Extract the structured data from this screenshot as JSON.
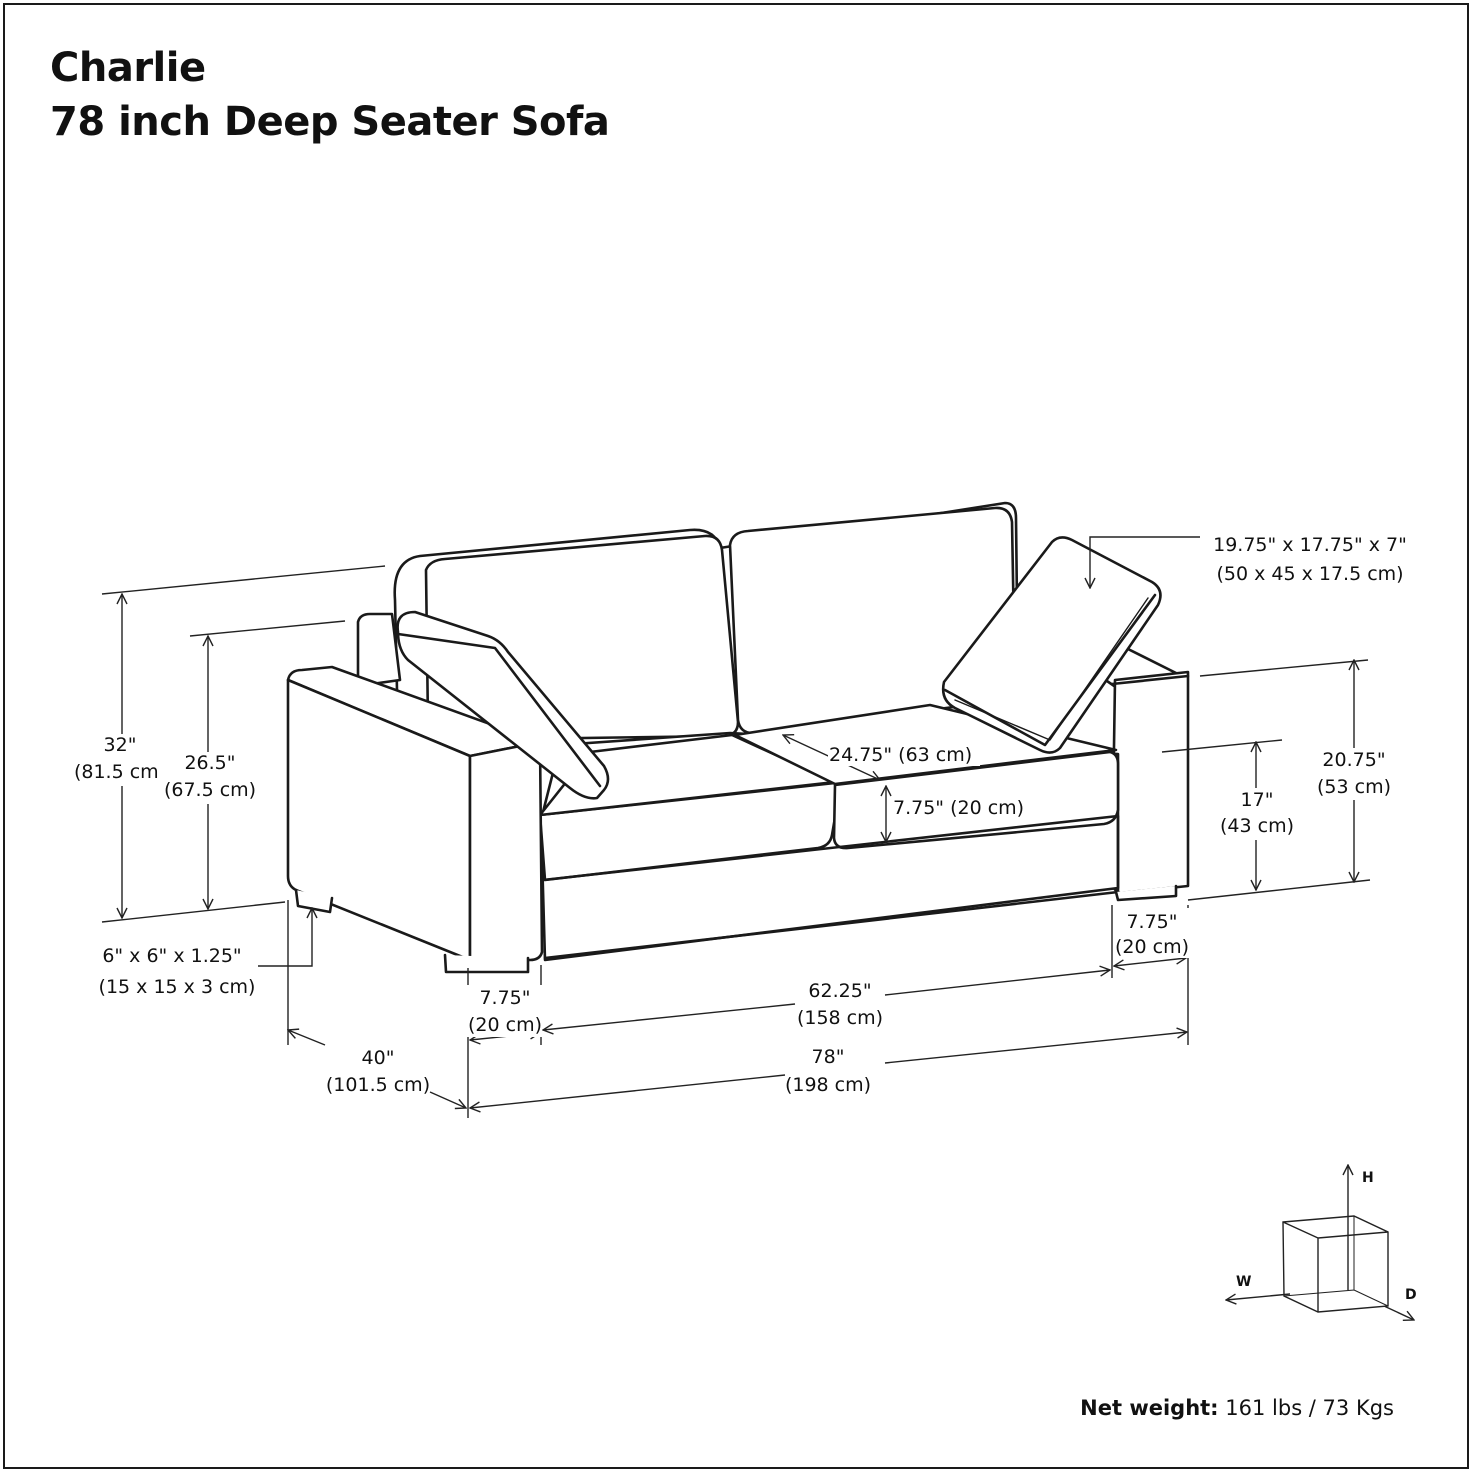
{
  "title": {
    "line1": "Charlie",
    "line2": "78 inch Deep Seater Sofa"
  },
  "dimensions": {
    "pillow_size": {
      "inches": "19.75\" x 17.75\" x 7\"",
      "cm": "(50 x 45 x 17.5 cm)"
    },
    "overall_height": {
      "inches": "32\"",
      "cm": "(81.5 cm)"
    },
    "back_height": {
      "inches": "26.5\"",
      "cm": "(67.5 cm)"
    },
    "arm_height": {
      "inches": "20.75\"",
      "cm": "(53 cm)"
    },
    "seat_height": {
      "inches": "17\"",
      "cm": "(43 cm)"
    },
    "seat_depth": {
      "text": "24.75\" (63 cm)"
    },
    "cushion_thickness": {
      "text": "7.75\" (20 cm)"
    },
    "leg_size": {
      "inches": "6\" x 6\" x 1.25\"",
      "cm": "(15 x 15 x 3 cm)"
    },
    "arm_width_left": {
      "inches": "7.75\"",
      "cm": "(20 cm)"
    },
    "arm_width_right": {
      "inches": "7.75\"",
      "cm": "(20 cm)"
    },
    "seat_width": {
      "inches": "62.25\"",
      "cm": "(158 cm)"
    },
    "depth": {
      "inches": "40\"",
      "cm": "(101.5 cm)"
    },
    "width": {
      "inches": "78\"",
      "cm": "(198 cm)"
    }
  },
  "axes": {
    "h": "H",
    "w": "W",
    "d": "D"
  },
  "net_weight": {
    "label": "Net weight:",
    "value": " 161 lbs / 73 Kgs"
  }
}
